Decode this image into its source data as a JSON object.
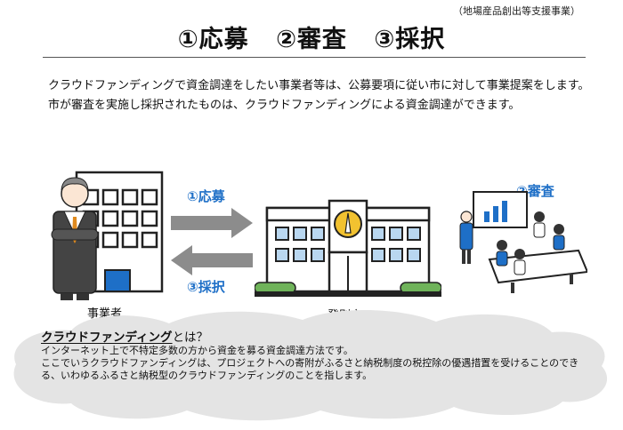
{
  "header": {
    "note": "（地場産品創出等支援事業）",
    "title_steps": [
      "①応募",
      "②審査",
      "③採択"
    ]
  },
  "intro": {
    "paragraph1": "クラウドファンディングで資金調達をしたい事業者等は、公募要項に従い市に対して事業提案をします。",
    "paragraph2": "市が審査を実施し採択されたものは、クラウドファンディングによる資金調達ができます。"
  },
  "diagram": {
    "business_label": "事業者",
    "city_label": "登別市",
    "arrow_apply_label": "①応募",
    "arrow_adopt_label": "③採択",
    "review_label": "②審査"
  },
  "definition": {
    "term": "クラウドファンディング",
    "term_suffix": "とは？",
    "line1": "インターネット上で不特定多数の方から資金を募る資金調達方法です。",
    "line2": "ここでいうクラウドファンディングは、プロジェクトへの寄附がふるさと納税制度の税控除の優遇措置を受けることのできる、いわゆるふるさと納税型のクラウドファンディングのことを指します。"
  },
  "colors": {
    "accent_blue": "#1e6fc7",
    "arrow_gray": "#8c8c8c",
    "cloud_gray": "#e4e4e4"
  }
}
